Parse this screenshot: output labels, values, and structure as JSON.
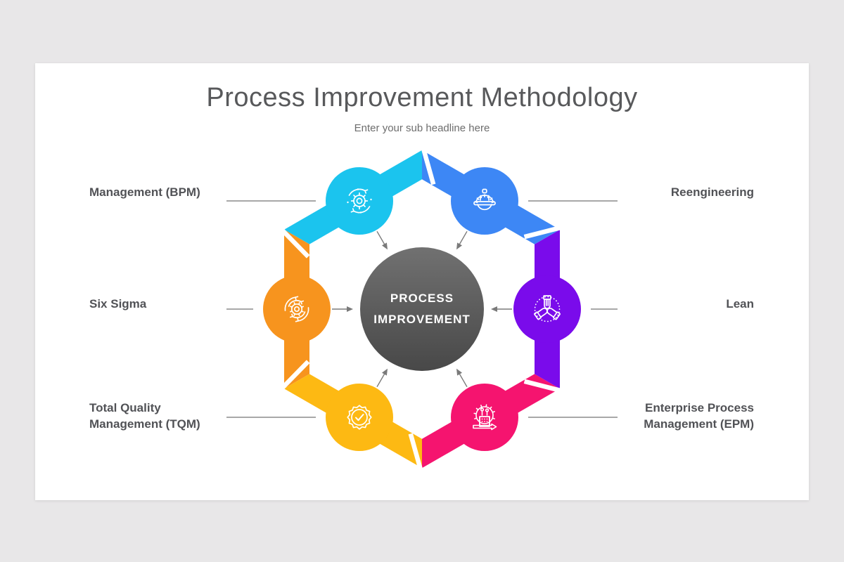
{
  "page": {
    "background": "#e8e7e8",
    "card_background": "#ffffff"
  },
  "header": {
    "title": "Process Improvement Methodology",
    "subtitle": "Enter your sub headline here",
    "title_color": "#58595b"
  },
  "center": {
    "line1": "PROCESS",
    "line2": "IMPROVEMENT",
    "text_color": "#ffffff",
    "gradient_top": "#717171",
    "gradient_bottom": "#484848"
  },
  "diagram": {
    "type": "hexagon-cycle",
    "segments": 6
  },
  "nodes": [
    {
      "id": "bpm",
      "label_lines": [
        "Management (BPM)"
      ],
      "side": "left",
      "row": "top",
      "color": "#1bc4ee",
      "icon": "process-cycle-gear-icon"
    },
    {
      "id": "reengineering",
      "label_lines": [
        "Reengineering"
      ],
      "side": "right",
      "row": "top",
      "color": "#3d87f5",
      "icon": "engineer-helmet-gear-icon"
    },
    {
      "id": "six-sigma",
      "label_lines": [
        "Six Sigma"
      ],
      "side": "left",
      "row": "middle",
      "color": "#f7941e",
      "icon": "sync-arrows-gear-icon"
    },
    {
      "id": "lean",
      "label_lines": [
        "Lean"
      ],
      "side": "right",
      "row": "middle",
      "color": "#7a0beb",
      "icon": "teamwork-hands-icon"
    },
    {
      "id": "tqm",
      "label_lines": [
        "Total Quality",
        "Management (TQM)"
      ],
      "side": "left",
      "row": "bottom",
      "color": "#fdb913",
      "icon": "quality-badge-check-icon"
    },
    {
      "id": "epm",
      "label_lines": [
        "Enterprise Process",
        "Management (EPM)"
      ],
      "side": "right",
      "row": "bottom",
      "color": "#f5146f",
      "icon": "enterprise-building-gear-icon"
    }
  ],
  "connectors": {
    "line_color": "#8c8c8c",
    "arrow_color": "#7a7a7a"
  }
}
